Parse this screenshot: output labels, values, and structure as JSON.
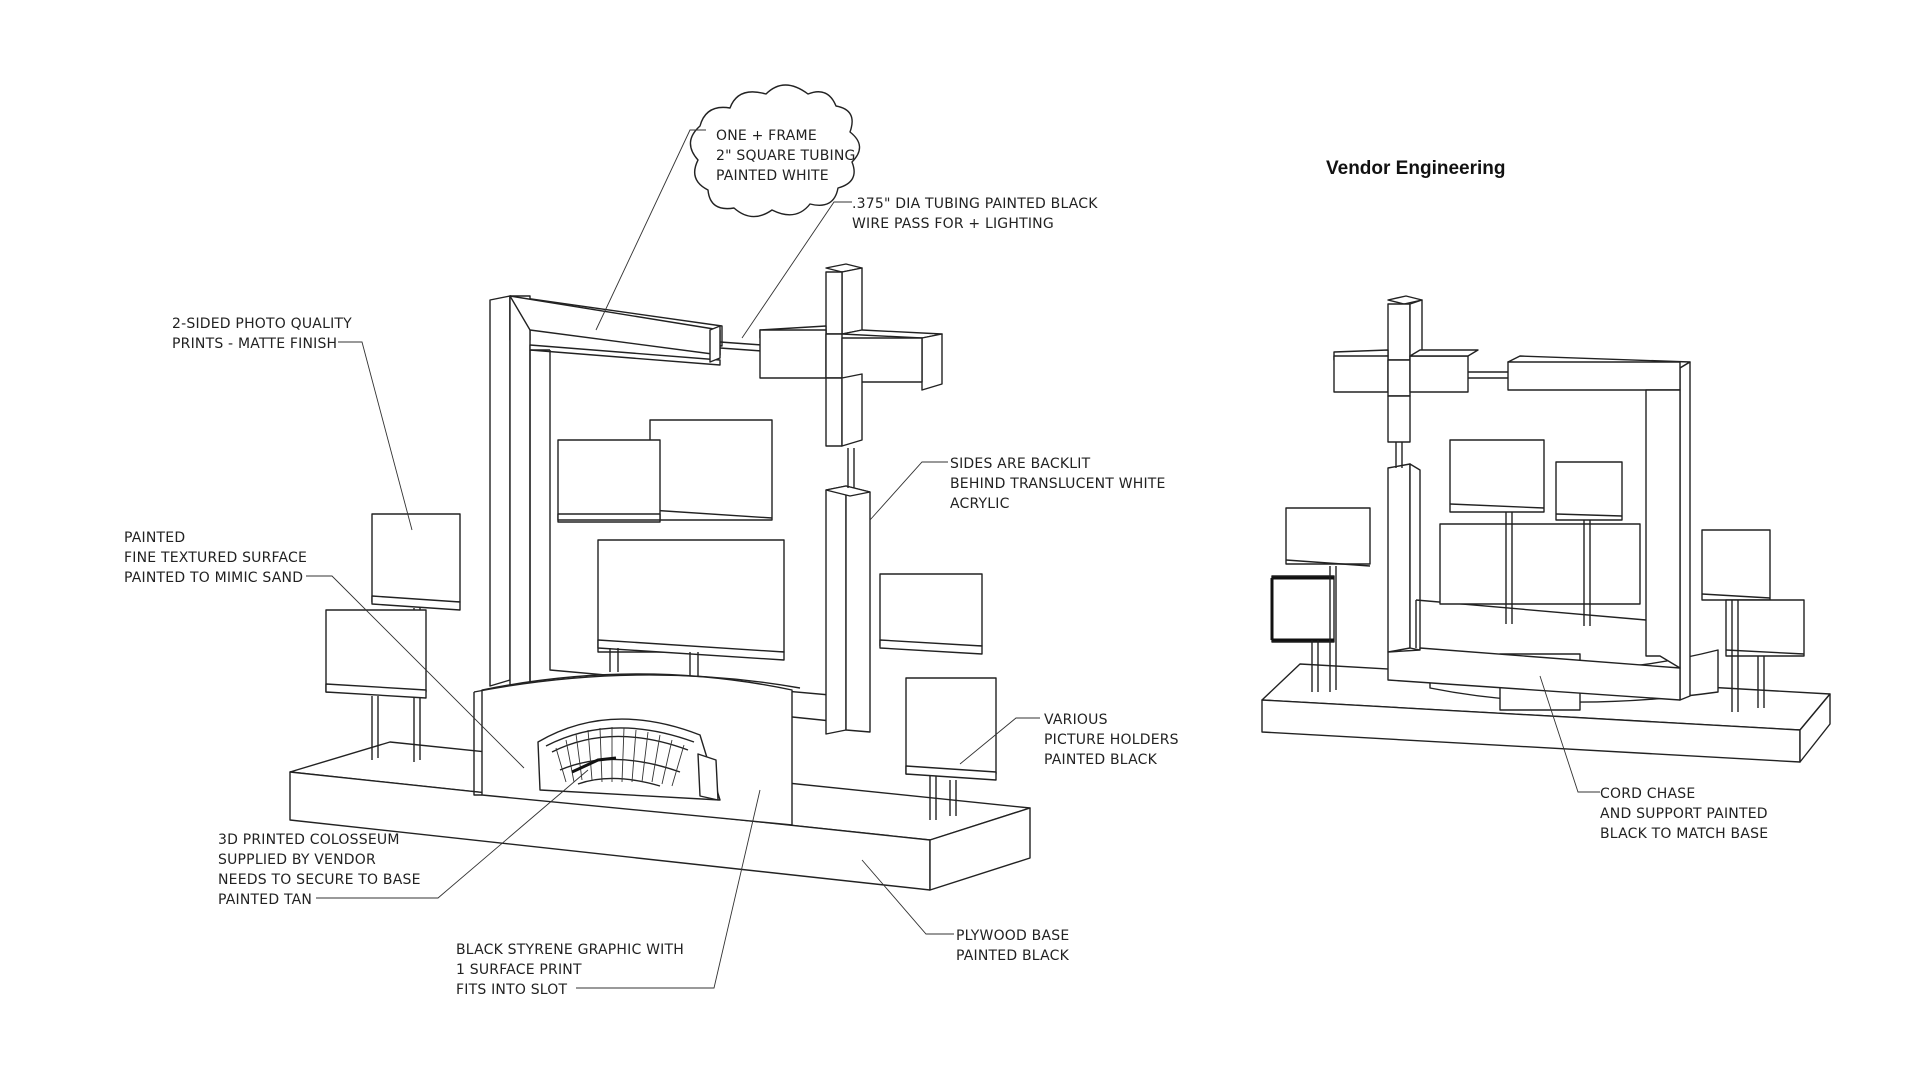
{
  "title": "Vendor Engineering",
  "callouts": {
    "frame": [
      "ONE + FRAME",
      "2\" SQUARE TUBING",
      "PAINTED WHITE"
    ],
    "tubing": [
      ".375\" DIA TUBING PAINTED BLACK",
      "WIRE PASS FOR + LIGHTING"
    ],
    "prints": [
      "2-SIDED PHOTO QUALITY",
      "PRINTS - MATTE FINISH"
    ],
    "painted": [
      "PAINTED",
      "FINE TEXTURED SURFACE",
      "PAINTED TO MIMIC SAND"
    ],
    "backlit": [
      "SIDES ARE BACKLIT",
      "BEHIND TRANSLUCENT WHITE",
      "ACRYLIC"
    ],
    "holders": [
      "VARIOUS",
      "PICTURE HOLDERS",
      "PAINTED BLACK"
    ],
    "colosseum": [
      "3D PRINTED COLOSSEUM",
      "SUPPLIED BY VENDOR",
      "NEEDS TO SECURE TO BASE",
      "PAINTED TAN"
    ],
    "styrene": [
      "BLACK STYRENE GRAPHIC WITH",
      "1 SURFACE PRINT",
      "FITS INTO SLOT"
    ],
    "plywood": [
      "PLYWOOD BASE",
      "PAINTED BLACK"
    ],
    "cord": [
      "CORD CHASE",
      "AND SUPPORT PAINTED",
      "BLACK TO MATCH BASE"
    ]
  }
}
